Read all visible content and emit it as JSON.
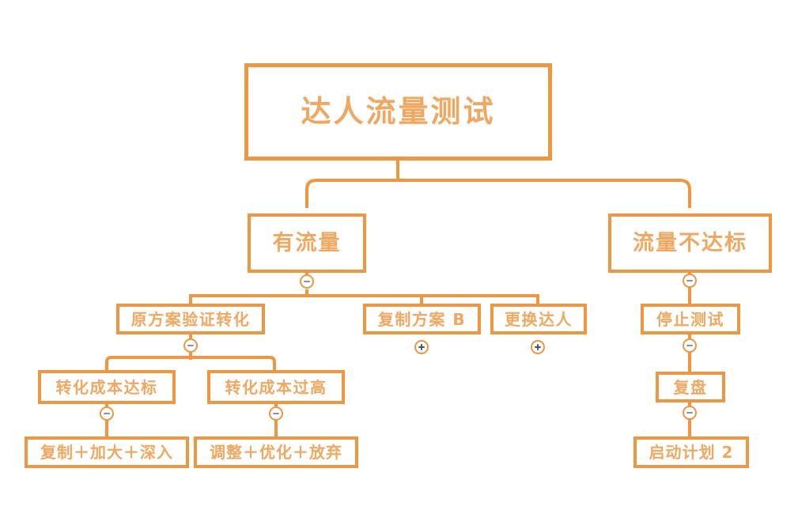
{
  "diagram": {
    "title": "达人流量测试",
    "background_color": "#ffffff",
    "border_color": "#ef9641",
    "text_color": "#f0a860",
    "toggle_minus_color": "#8592ad",
    "toggle_plus_color": "#4a5568"
  },
  "nodes": {
    "root": {
      "label": "达人流量测试"
    },
    "has_traffic": {
      "label": "有流量"
    },
    "traffic_below_target": {
      "label": "流量不达标"
    },
    "original_plan_verify": {
      "label": "原方案验证转化"
    },
    "copy_plan_b": {
      "label": "复制方案 B"
    },
    "replace_influencer": {
      "label": "更换达人"
    },
    "stop_test": {
      "label": "停止测试"
    },
    "cost_on_target": {
      "label": "转化成本达标"
    },
    "cost_too_high": {
      "label": "转化成本过高"
    },
    "review": {
      "label": "复盘"
    },
    "copy_scale_deepen": {
      "label": "复制＋加大＋深入"
    },
    "adjust_optimize_abandon": {
      "label": "调整＋优化＋放弃"
    },
    "launch_plan_2": {
      "label": "启动计划 2"
    }
  },
  "toggles": {
    "has_traffic": {
      "state": "collapse",
      "icon": "minus-icon"
    },
    "traffic_below_target": {
      "state": "collapse",
      "icon": "minus-icon"
    },
    "original_plan_verify": {
      "state": "collapse",
      "icon": "minus-icon"
    },
    "copy_plan_b": {
      "state": "expand",
      "icon": "plus-icon"
    },
    "replace_influencer": {
      "state": "expand",
      "icon": "plus-icon"
    },
    "stop_test": {
      "state": "collapse",
      "icon": "minus-icon"
    },
    "cost_on_target": {
      "state": "collapse",
      "icon": "minus-icon"
    },
    "cost_too_high": {
      "state": "collapse",
      "icon": "minus-icon"
    },
    "review": {
      "state": "collapse",
      "icon": "minus-icon"
    }
  }
}
